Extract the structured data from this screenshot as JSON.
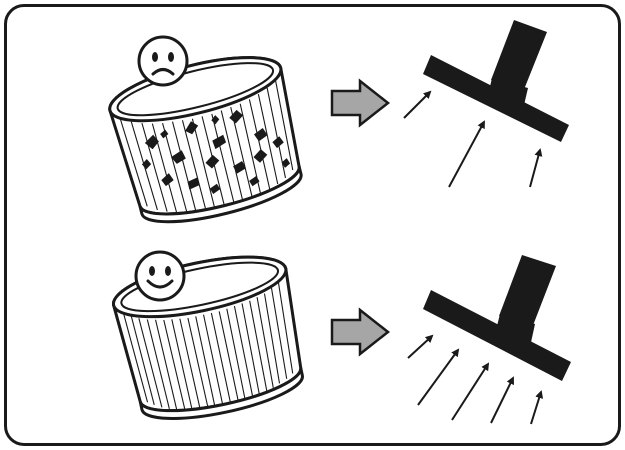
{
  "illustration": {
    "rows": [
      {
        "filter_state": "dirty",
        "face_icon": "sad-face-icon",
        "arrow_icon": "right-arrow-icon",
        "nozzle_icon": "vacuum-nozzle-icon",
        "suction_strength": "weak"
      },
      {
        "filter_state": "clean",
        "face_icon": "happy-face-icon",
        "arrow_icon": "right-arrow-icon",
        "nozzle_icon": "vacuum-nozzle-icon",
        "suction_strength": "strong"
      }
    ],
    "colors": {
      "ink": "#1a1a1a",
      "arrow_fill": "#a6a6a6",
      "paper": "#ffffff"
    }
  }
}
